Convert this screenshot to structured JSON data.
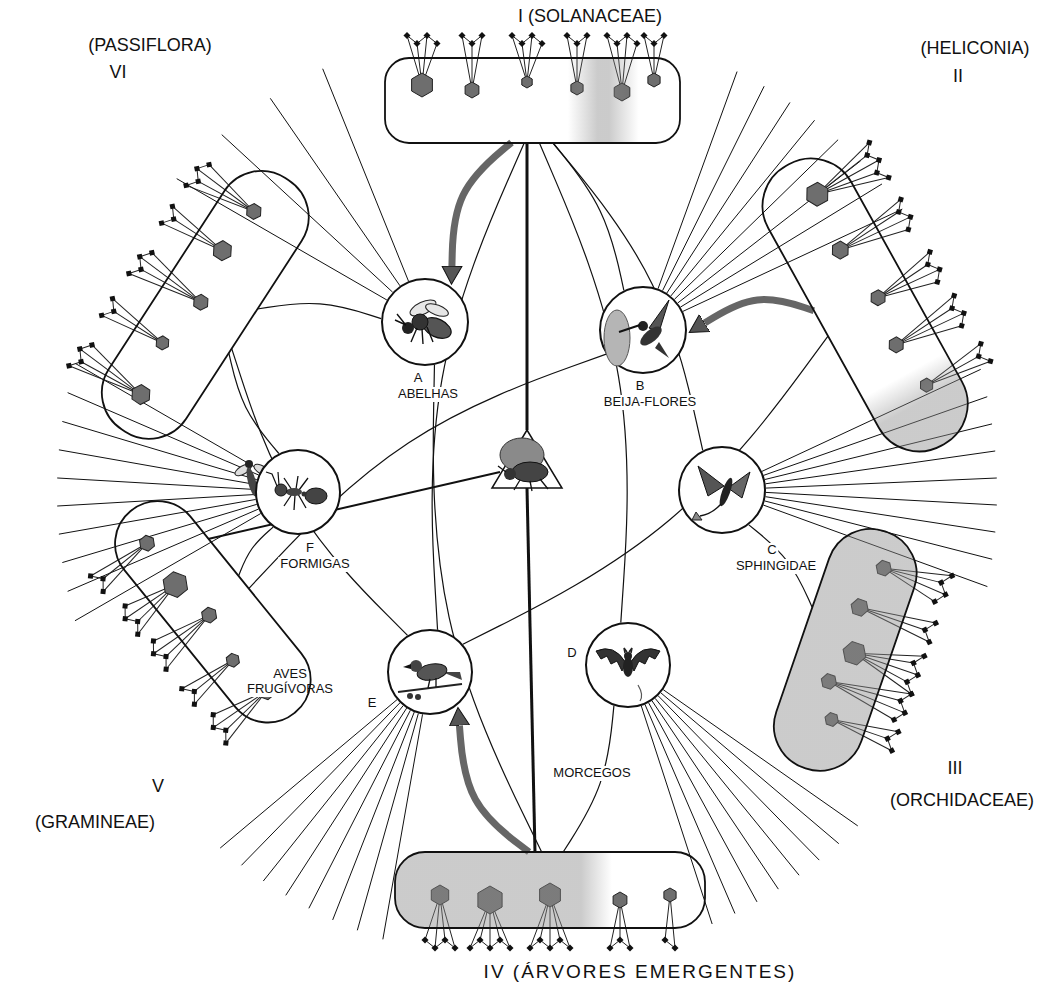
{
  "diagram": {
    "nodes": [
      {
        "text": [
          "I (SOLANACEAE)"
        ]
      },
      {
        "text": [
          "(PASSIFLORA)",
          "VI"
        ]
      },
      {
        "text": [
          "(HELICONIA)",
          "II"
        ]
      },
      {
        "text": [
          "A",
          "ABELHAS"
        ]
      },
      {
        "text": [
          "B",
          "BEIJA-FLORES"
        ]
      },
      {
        "text": [
          "F",
          "FORMIGAS"
        ]
      },
      {
        "text": [
          "C",
          "SPHINGIDAE"
        ]
      },
      {
        "text": [
          "E",
          "AVES FRUGÍVORAS"
        ]
      },
      {
        "text": [
          "D",
          "MORCEGOS"
        ]
      },
      {
        "text": [
          "V",
          "(GRAMINEAE)"
        ]
      },
      {
        "text": [
          "III",
          "(ORCHIDACEAE)"
        ]
      },
      {
        "text": [
          "IV (ÁRVORES EMERGENTES)"
        ]
      }
    ],
    "edges": [
      {
        "from": 0,
        "to": 3,
        "arrow": "to"
      },
      {
        "from": 2,
        "to": 4,
        "arrow": "to"
      },
      {
        "from": 11,
        "to": 7,
        "arrow": "to"
      },
      {
        "from": 4,
        "to": 0,
        "arrow": "none"
      },
      {
        "from": 7,
        "to": 0,
        "arrow": "none"
      },
      {
        "from": 8,
        "to": 0,
        "arrow": "none"
      },
      {
        "from": 6,
        "to": 0,
        "arrow": "none"
      },
      {
        "from": 7,
        "to": 2,
        "arrow": "none"
      },
      {
        "from": 6,
        "to": 10,
        "arrow": "none"
      },
      {
        "from": 8,
        "to": 11,
        "arrow": "none"
      },
      {
        "from": 3,
        "to": 11,
        "arrow": "none"
      },
      {
        "from": 5,
        "to": 9,
        "arrow": "none"
      },
      {
        "from": 4,
        "to": 9,
        "arrow": "none"
      },
      {
        "from": 3,
        "to": 1,
        "arrow": "none"
      },
      {
        "from": 5,
        "to": 1,
        "arrow": "none"
      },
      {
        "from": 7,
        "to": 1,
        "arrow": "none"
      }
    ]
  }
}
